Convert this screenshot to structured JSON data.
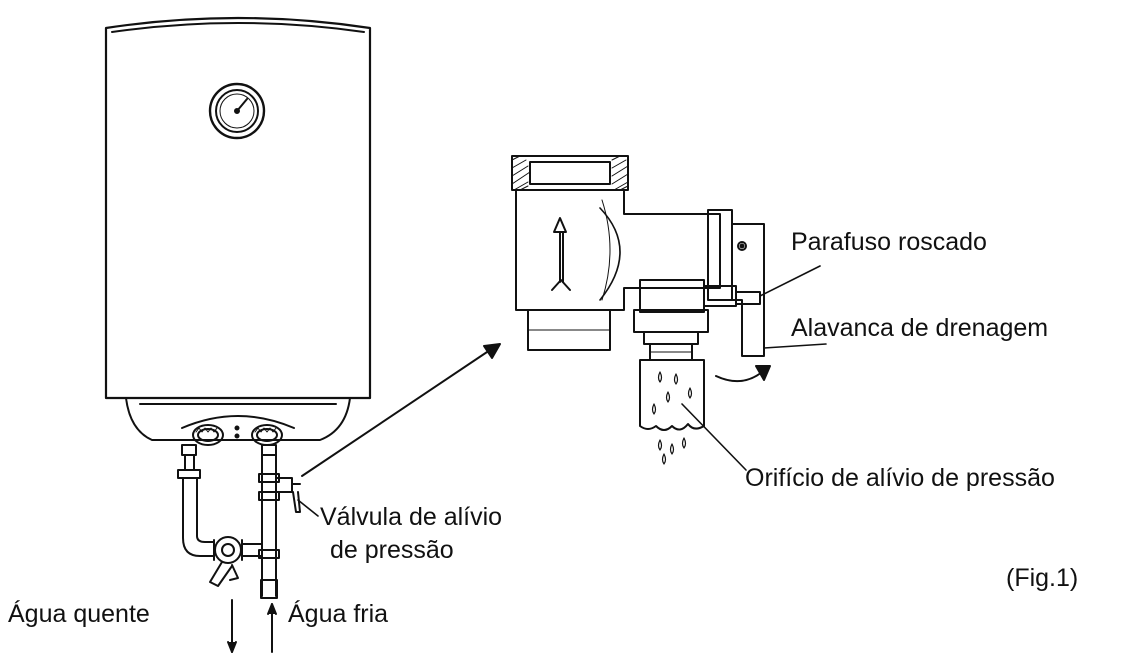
{
  "labels": {
    "parafuso": "Parafuso roscado",
    "alavanca": "Alavanca de drenagem",
    "orificio": "Orifício de alívio de pressão",
    "valvula_line1": "Válvula de alívio",
    "valvula_line2": "de pressão",
    "fig": "(Fig.1)",
    "agua_quente": "Água quente",
    "agua_fria": "Água fria"
  },
  "colors": {
    "ink": "#111111",
    "background": "#ffffff"
  }
}
